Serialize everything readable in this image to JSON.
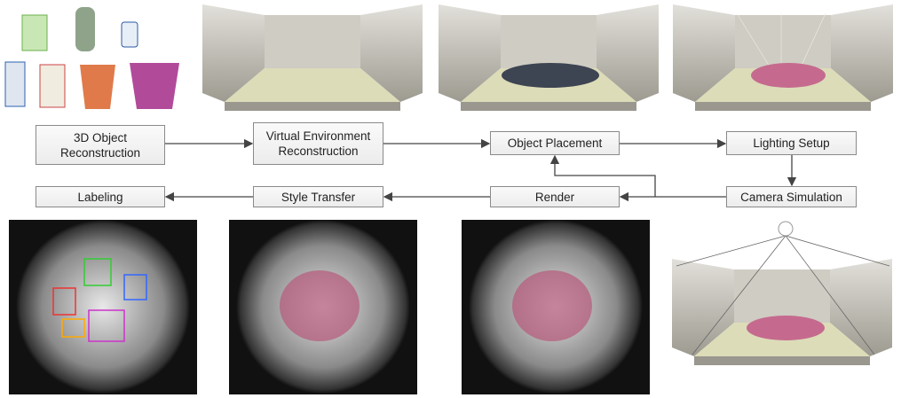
{
  "steps": {
    "object_reconstruction": "3D Object Reconstruction",
    "environment_reconstruction": "Virtual Environment Reconstruction",
    "object_placement": "Object Placement",
    "lighting_setup": "Lighting Setup",
    "camera_simulation": "Camera Simulation",
    "render": "Render",
    "style_transfer": "Style Transfer",
    "labeling": "Labeling"
  },
  "colors": {
    "box_border": "#8a8a8a",
    "arrow": "#444444",
    "enclosure": "#b9b7b0",
    "fisheye_bg": "#111111"
  }
}
